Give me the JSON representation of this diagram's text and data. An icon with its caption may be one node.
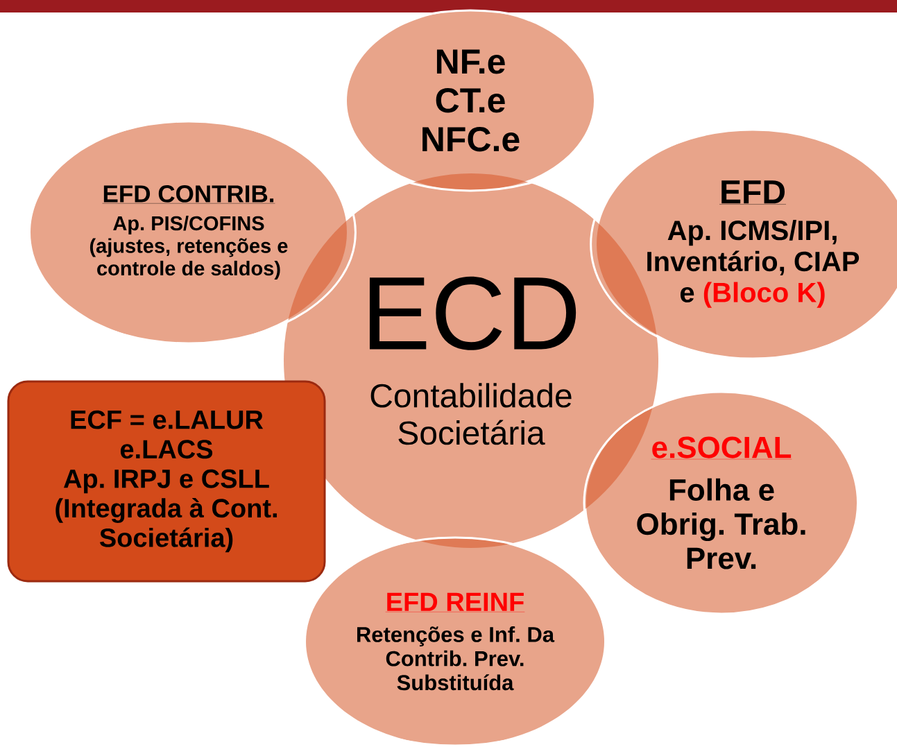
{
  "diagram": {
    "nodes": [
      {
        "text": [
          "ECD",
          "Contabilidade Societária"
        ]
      },
      {
        "text": [
          "NF.e",
          "CT.e",
          "NFC.e"
        ]
      },
      {
        "text": [
          "EFD",
          "Ap. ICMS/IPI, Inventário, CIAP e",
          "(Bloco K)"
        ]
      },
      {
        "text": [
          "e.SOCIAL",
          "Folha e Obrig. Trab. Prev."
        ]
      },
      {
        "text": [
          "EFD REINF",
          "Retenções e Inf. Da Contrib. Prev. Substituída"
        ]
      },
      {
        "text": [
          "ECF = e.LALUR e.LACS",
          "Ap. IRPJ e CSLL (Integrada à Cont. Societária)"
        ]
      },
      {
        "text": [
          "EFD CONTRIB.",
          "Ap. PIS/COFINS (ajustes, retenções e controle de saldos)"
        ]
      }
    ]
  }
}
